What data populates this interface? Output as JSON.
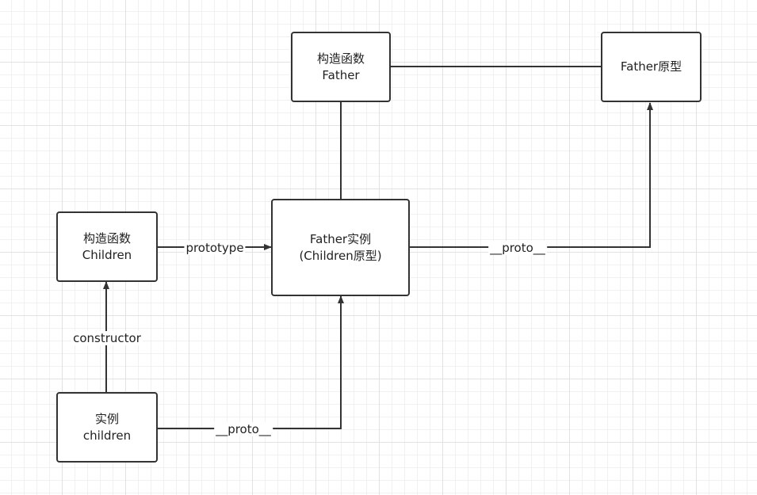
{
  "nodes": {
    "father_ctor": {
      "line1": "构造函数",
      "line2": "Father"
    },
    "father_proto": {
      "line1": "Father原型"
    },
    "children_ctor": {
      "line1": "构造函数",
      "line2": "Children"
    },
    "father_instance": {
      "line1": "Father实例",
      "line2": "(Children原型)"
    },
    "children_instance": {
      "line1": "实例",
      "line2": "children"
    }
  },
  "edges": {
    "prototype": "prototype",
    "constructor": "constructor",
    "proto_top": "__proto__",
    "proto_bottom": "__proto__"
  },
  "colors": {
    "stroke": "#333333",
    "grid_major": "#e2e2e2",
    "grid_minor": "#f1f1f1"
  }
}
